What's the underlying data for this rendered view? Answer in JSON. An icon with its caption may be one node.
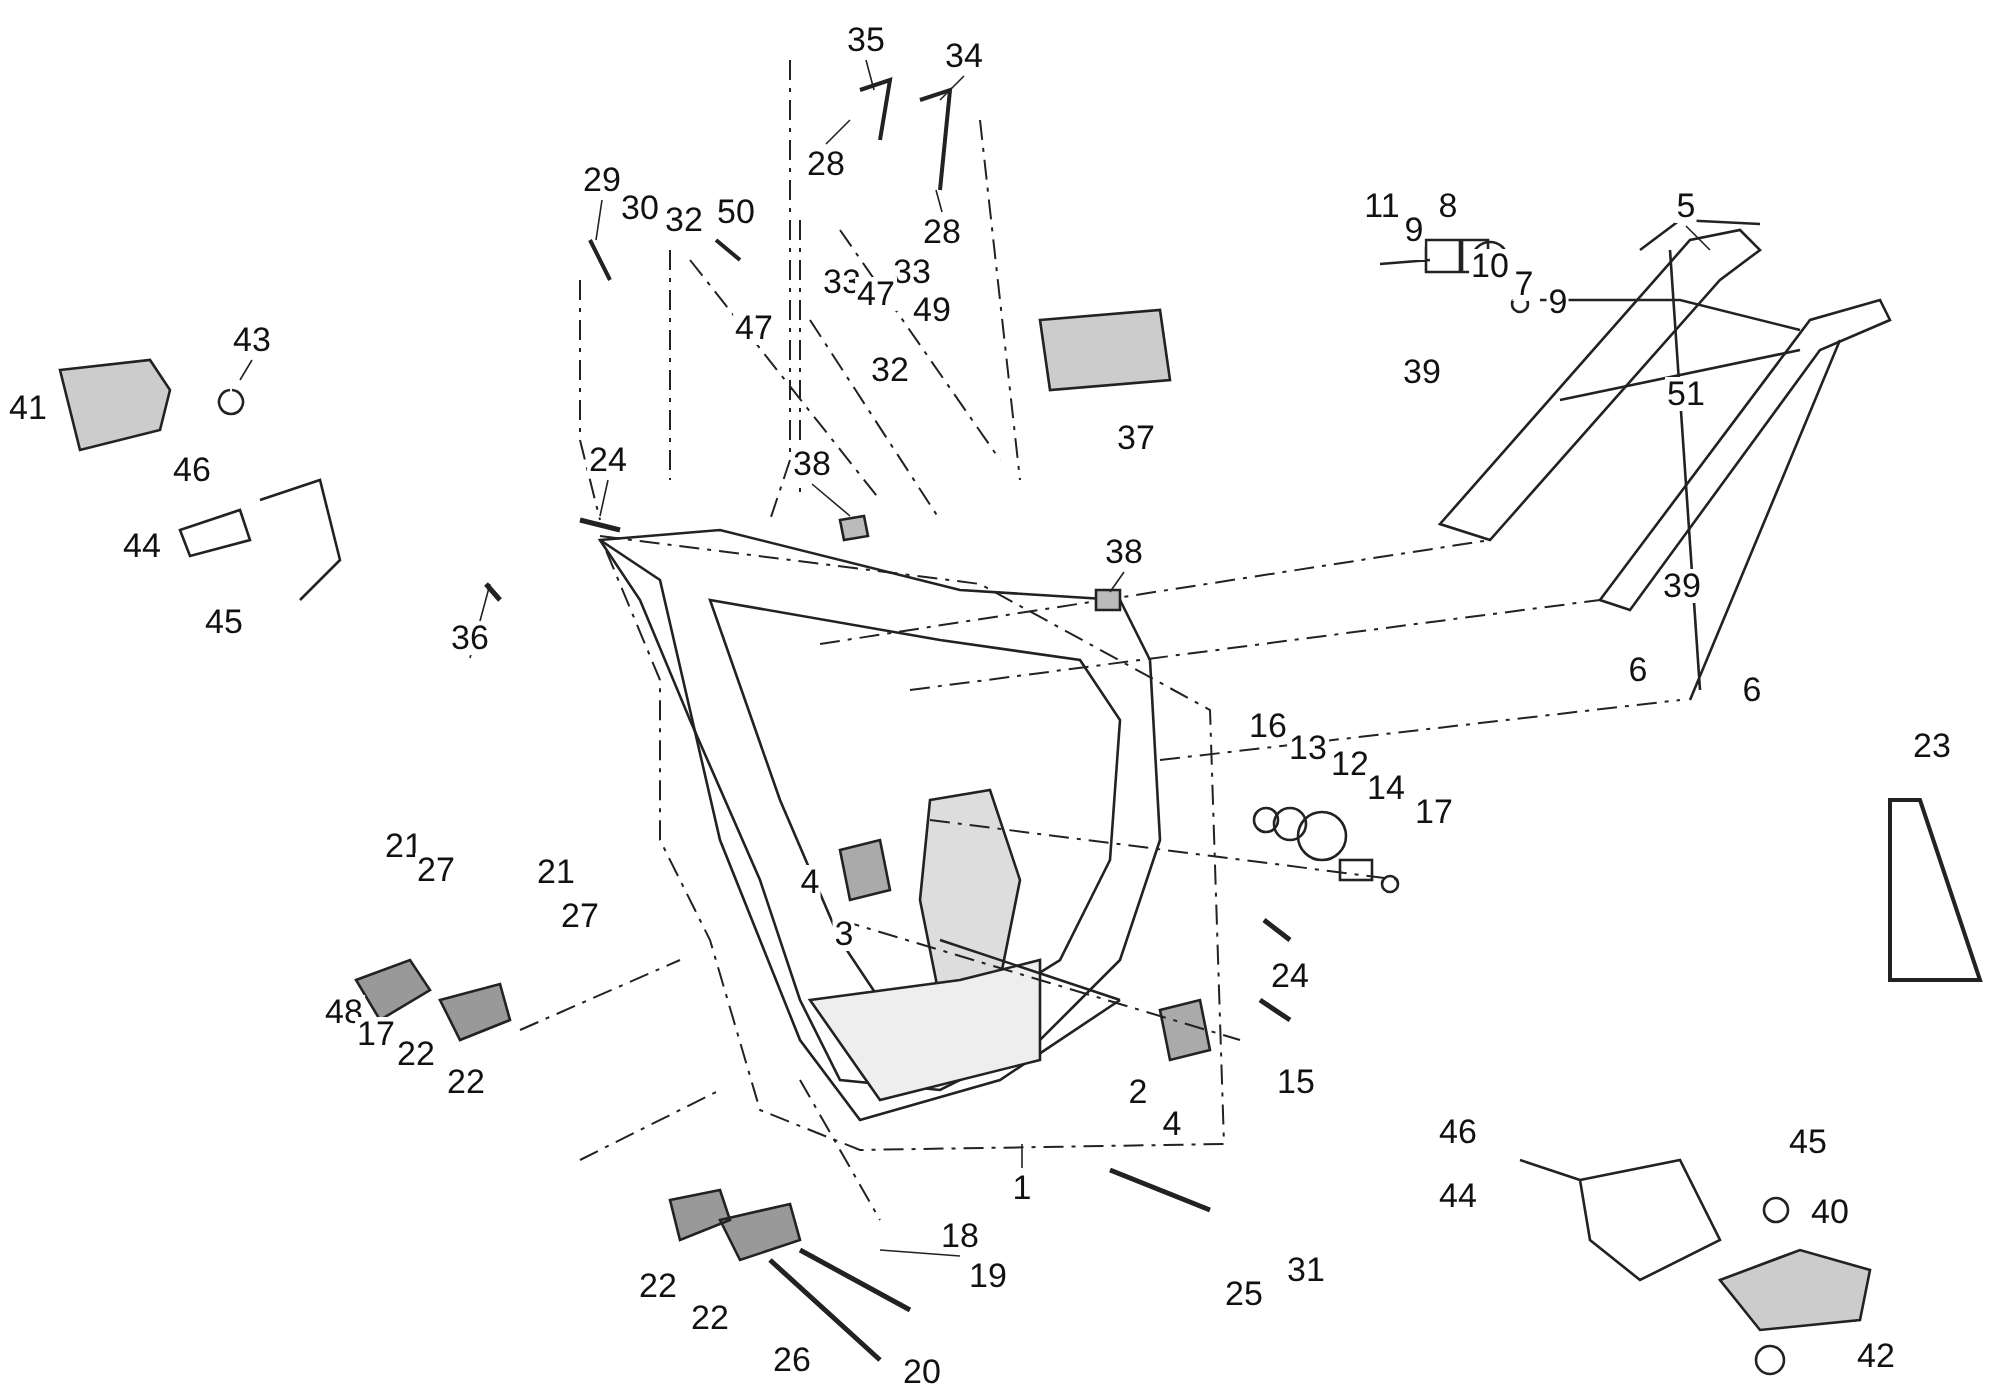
{
  "diagram": {
    "labels": [
      "35",
      "34",
      "28",
      "29",
      "11",
      "8",
      "5",
      "30",
      "50",
      "32",
      "9",
      "28",
      "10",
      "33",
      "33",
      "7",
      "47",
      "9",
      "49",
      "47",
      "43",
      "32",
      "39",
      "51",
      "41",
      "37",
      "24",
      "38",
      "46",
      "44",
      "38",
      "39",
      "45",
      "36",
      "6",
      "6",
      "16",
      "23",
      "13",
      "12",
      "14",
      "17",
      "21",
      "27",
      "21",
      "4",
      "27",
      "3",
      "24",
      "48",
      "17",
      "22",
      "15",
      "22",
      "2",
      "4",
      "46",
      "45",
      "1",
      "44",
      "40",
      "18",
      "31",
      "19",
      "22",
      "25",
      "22",
      "42",
      "26",
      "20"
    ]
  }
}
